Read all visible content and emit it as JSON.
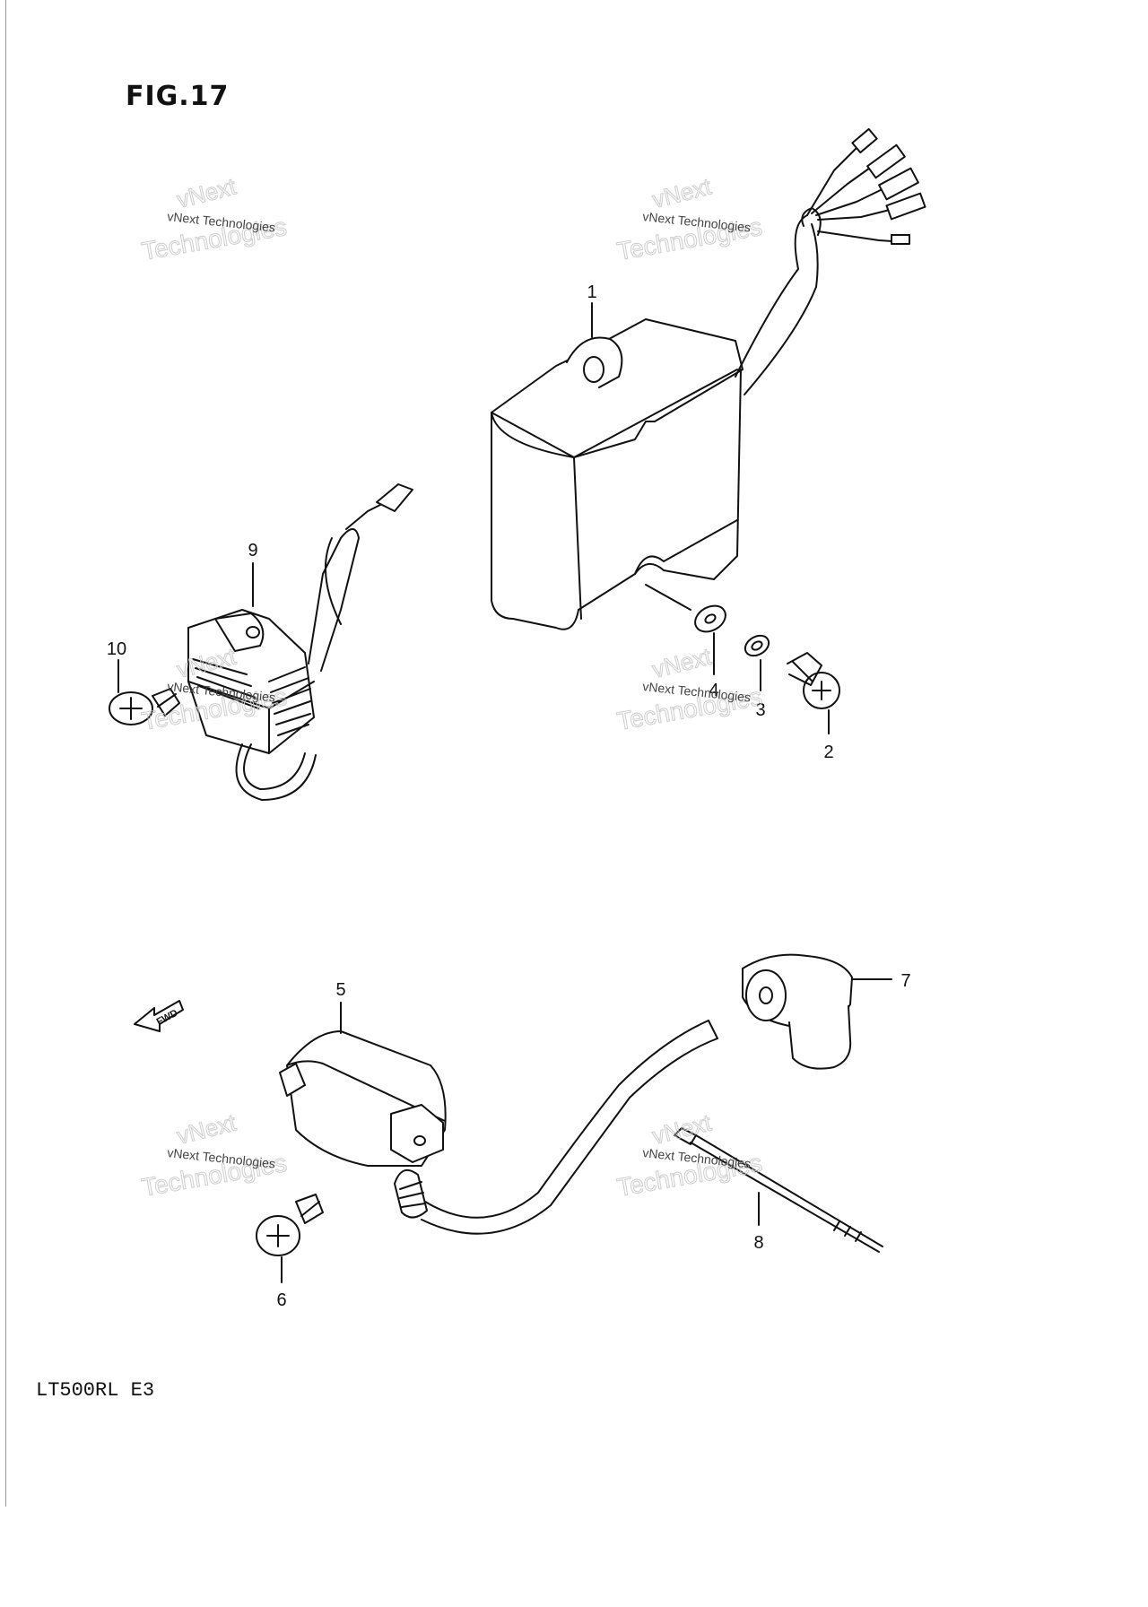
{
  "figure_title": "FIG.17",
  "model_code": "LT500RL E3",
  "fwd_label": "FWD",
  "watermark": {
    "line1": "vNext",
    "line2": "vNext Technologies",
    "line3": "Technologies"
  },
  "callouts": [
    {
      "id": "1"
    },
    {
      "id": "2"
    },
    {
      "id": "3"
    },
    {
      "id": "4"
    },
    {
      "id": "5"
    },
    {
      "id": "6"
    },
    {
      "id": "7"
    },
    {
      "id": "8"
    },
    {
      "id": "9"
    },
    {
      "id": "10"
    }
  ]
}
